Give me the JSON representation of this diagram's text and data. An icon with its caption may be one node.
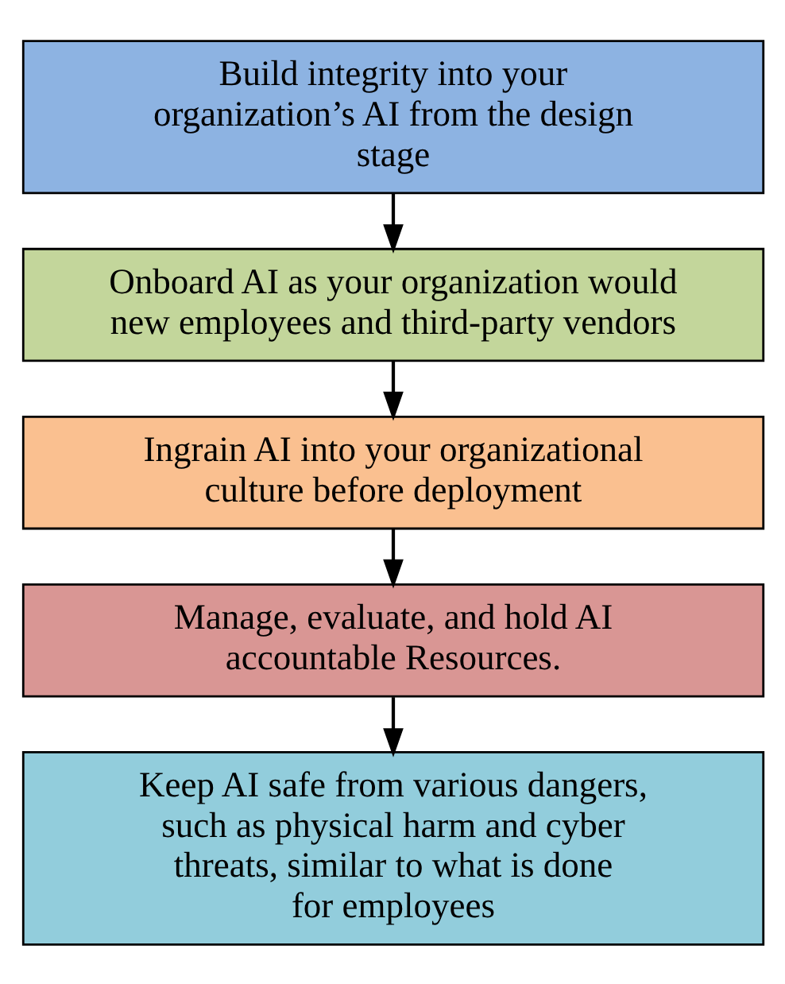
{
  "diagram": {
    "nodes": [
      {
        "text": [
          "Build integrity into your organization’s AI from the design stage"
        ]
      },
      {
        "text": [
          "Onboard AI as your organization would new employees and third-party vendors"
        ]
      },
      {
        "text": [
          "Ingrain AI into your organizational culture before deployment"
        ]
      },
      {
        "text": [
          "Manage, evaluate, and hold AI accountable Resources."
        ]
      },
      {
        "text": [
          "Keep AI safe from various dangers, such as physical harm and cyber threats, similar to what is done for employees"
        ]
      }
    ],
    "edges": [
      {
        "from": 0,
        "to": 1,
        "arrow": "to"
      },
      {
        "from": 1,
        "to": 2,
        "arrow": "to"
      },
      {
        "from": 2,
        "to": 3,
        "arrow": "to"
      },
      {
        "from": 3,
        "to": 4,
        "arrow": "to"
      }
    ]
  }
}
